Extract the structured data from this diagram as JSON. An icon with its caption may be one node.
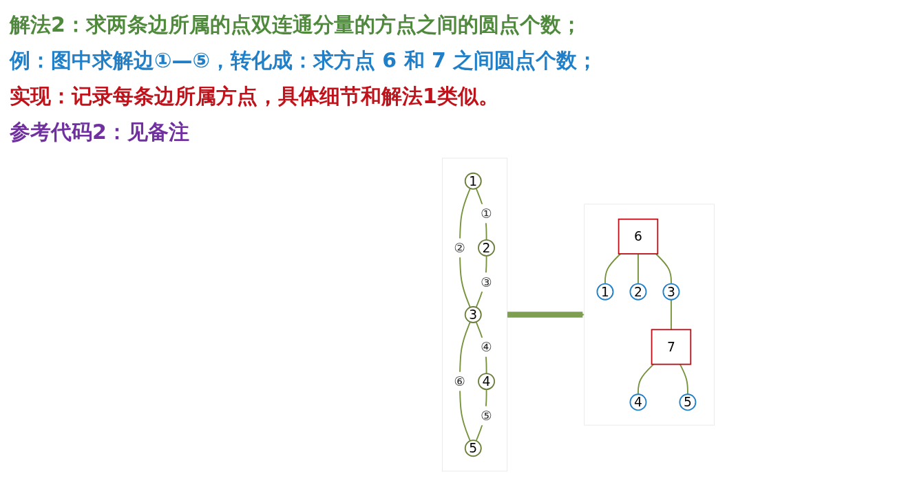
{
  "diagram": {
    "nodes": [
      {
        "text": [],
        "shape": "box"
      },
      {
        "text": [
          "1"
        ],
        "in": 0
      },
      {
        "text": [
          "2"
        ],
        "in": 0
      },
      {
        "text": [
          "3"
        ],
        "in": 0
      },
      {
        "text": [
          "4"
        ],
        "in": 0
      },
      {
        "text": [
          "5"
        ],
        "in": 0
      },
      {
        "text": [],
        "shape": "box"
      },
      {
        "text": [
          "1"
        ],
        "in": 6
      },
      {
        "text": [
          "6"
        ],
        "in": 6
      },
      {
        "text": [
          "2"
        ],
        "in": 6
      },
      {
        "text": [
          "3"
        ],
        "in": 6
      },
      {
        "text": [
          "7"
        ],
        "in": 6
      },
      {
        "text": [
          "4"
        ],
        "in": 6
      },
      {
        "text": [
          "5"
        ],
        "in": 6
      }
    ],
    "edges": [
      {
        "from": 1,
        "to": 2,
        "arrow": "none",
        "label": "①"
      },
      {
        "from": 1,
        "to": 3,
        "arrow": "none",
        "label": "②"
      },
      {
        "from": 2,
        "to": 3,
        "arrow": "none",
        "label": "③"
      },
      {
        "from": 3,
        "to": 4,
        "arrow": "none",
        "label": "④"
      },
      {
        "from": 3,
        "to": 5,
        "arrow": "none",
        "label": "⑥"
      },
      {
        "from": 4,
        "to": 5,
        "arrow": "none",
        "label": "⑤"
      },
      {
        "from": 0,
        "to": 6,
        "arrow": "to",
        "style": "thick"
      },
      {
        "from": 8,
        "to": 7,
        "arrow": "none"
      },
      {
        "from": 8,
        "to": 9,
        "arrow": "none"
      },
      {
        "from": 8,
        "to": 10,
        "arrow": "none"
      },
      {
        "from": 10,
        "to": 11,
        "arrow": "none"
      },
      {
        "from": 11,
        "to": 12,
        "arrow": "none"
      },
      {
        "from": 11,
        "to": 13,
        "arrow": "none"
      }
    ],
    "labels": [
      "解法2：求两条边所属的点双连通分量的方点之间的圆点个数；",
      "例：图中求解边①—⑤，转化成：求方点 6 和 7 之间圆点个数；",
      "实现：记录每条边所属方点，具体细节和解法1类似。",
      "参考代码2：见备注"
    ]
  }
}
